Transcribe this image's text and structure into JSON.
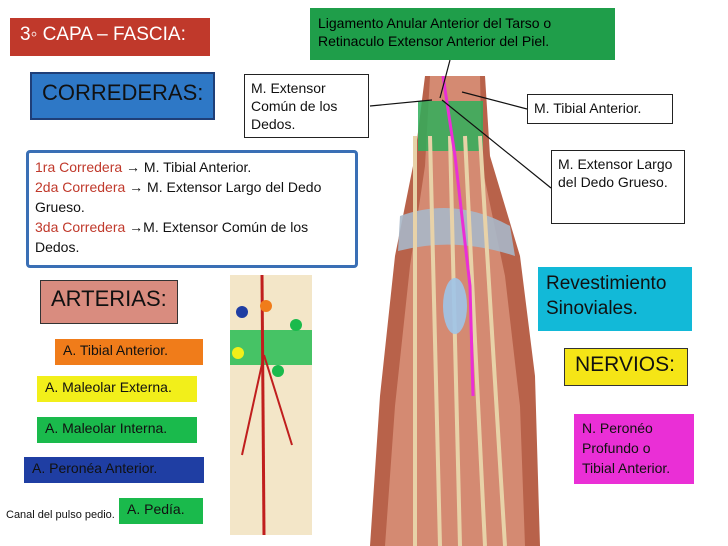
{
  "title": "3◦ CAPA – FASCIA:",
  "ligamento": "Ligamento Anular Anterior del Tarso o Retinaculo Extensor Anterior del Piel.",
  "correderas_title": "CORREDERAS:",
  "m_extensor_comun": "M. Extensor Común de los Dedos.",
  "m_tibial_anterior": "M. Tibial Anterior.",
  "m_extensor_largo": "M. Extensor Largo del Dedo Grueso.",
  "correderas": {
    "c1_label": "1ra Corredera",
    "c1_text": " → M. Tibial Anterior.",
    "c2_label": "2da Corredera",
    "c2_text": " → M. Extensor Largo del Dedo Grueso.",
    "c3_label": "3da Corredera",
    "c3_text": " →M. Extensor Común de los Dedos."
  },
  "revestimiento": "Revestimiento Sinoviales.",
  "arterias_title": "ARTERIAS:",
  "arterias": {
    "tibial": "A. Tibial Anterior.",
    "maleolar_ext": "A. Maleolar Externa.",
    "maleolar_int": "A. Maleolar Interna.",
    "peronea": "A. Peronéa  Anterior.",
    "pedia": "A. Pedía."
  },
  "canal": "Canal del pulso pedio.",
  "nervios_title": "NERVIOS:",
  "nervio": "N. Peronéo Profundo o Tibial Anterior.",
  "colors": {
    "title_red": "#c0392b",
    "fascia_green": "#1f9e4a",
    "arteria_orange": "#f07c1a",
    "arteria_yellow": "#f2ef1a",
    "arteria_green": "#1aba4c",
    "arteria_navy": "#1f3ea3",
    "sinovial_cyan": "#12b9d8",
    "nervio_magenta": "#ea2fd6",
    "nervios_yellow": "#f5e516"
  }
}
